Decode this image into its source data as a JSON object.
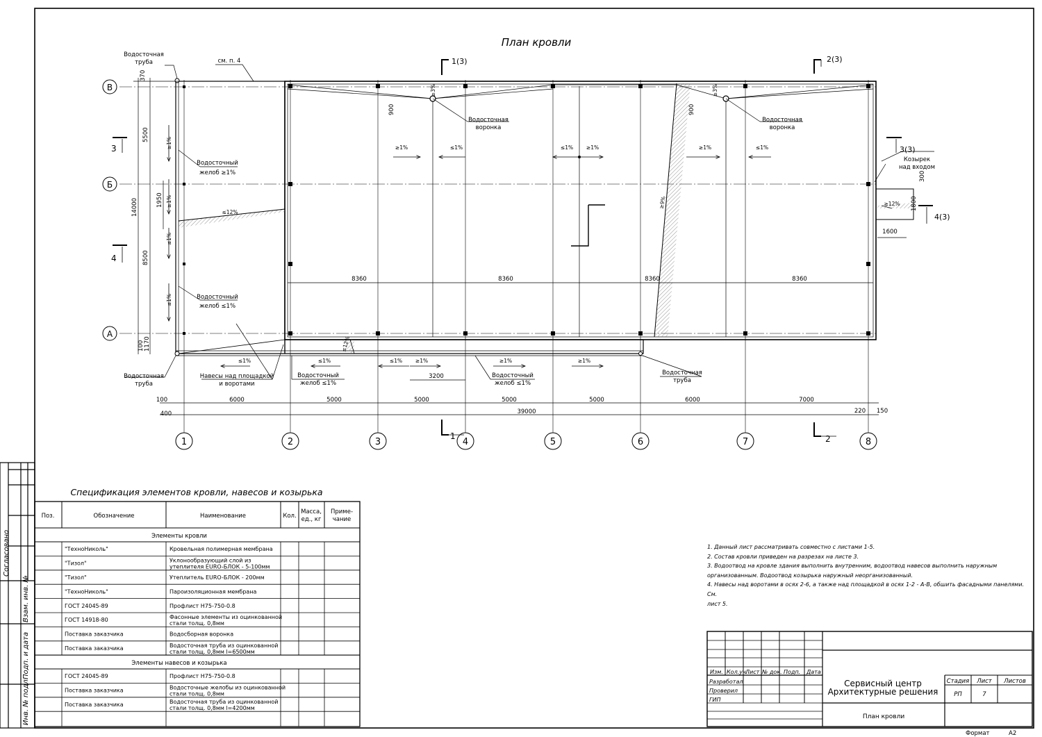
{
  "title": "План кровли",
  "axes": {
    "rows": [
      "В",
      "Б",
      "А"
    ],
    "cols": [
      "1",
      "2",
      "3",
      "4",
      "5",
      "6",
      "7",
      "8"
    ]
  },
  "sections": {
    "s1": "1",
    "s1_ref": "1(3)",
    "s2": "2",
    "s2_ref": "2(3)",
    "s3": "3",
    "s3_ref": "3(3)",
    "s4": "4",
    "s4_ref": "4(3)"
  },
  "plan_labels": {
    "see_p4": "см. п. 4",
    "downpipe_1": "Водосточная",
    "downpipe_2": "труба",
    "funnel_1": "Водосточная",
    "funnel_2": "воронка",
    "gutter_1": "Водосточный",
    "gutter_ge": "желоб ≥1%",
    "gutter_le": "желоб ≤1%",
    "canopy_1": "Навесы над площадкой",
    "canopy_2": "и воротами",
    "visor_1": "Козырек",
    "visor_2": "над входом"
  },
  "slopes": {
    "ge1": "≥1%",
    "le1": "≤1%",
    "s3": "≥3%",
    "le12": "≤12%",
    "ge12": "≥12%",
    "ge9": "≥9%"
  },
  "dims": {
    "d370": "370",
    "d5500": "5500",
    "d14000": "14000",
    "d1950": "1950",
    "d8500": "8500",
    "d100": "100",
    "d1170": "1170",
    "d900": "900",
    "d8360": "8360",
    "d3200": "3200",
    "d300": "300",
    "d1800": "1800",
    "d1600": "1600",
    "b100": "100",
    "b6000": "6000",
    "b5000": "5000",
    "b7000": "7000",
    "b400": "400",
    "b39000": "39000",
    "b220": "220",
    "b150": "150"
  },
  "spec": {
    "title": "Спецификация элементов кровли, навесов и козырька",
    "headers": {
      "pos": "Поз.",
      "designation": "Обозначение",
      "name": "Наименование",
      "qty": "Кол.",
      "mass_1": "Масса,",
      "mass_2": "ед., кг",
      "note_1": "Приме-",
      "note_2": "чание"
    },
    "group1": "Элементы кровли",
    "rows1": [
      {
        "d": "\"ТехноНиколь\"",
        "n1": "Кровельная полимерная мембрана",
        "n2": ""
      },
      {
        "d": "\"Тизол\"",
        "n1": "Уклонообразующий слой из",
        "n2": "утеплителя EURO-БЛОК - 5-100мм"
      },
      {
        "d": "\"Тизол\"",
        "n1": "Утеплитель EURO-БЛОК - 200мм",
        "n2": ""
      },
      {
        "d": "\"ТехноНиколь\"",
        "n1": "Пароизоляционная мембрана",
        "n2": ""
      },
      {
        "d": "ГОСТ 24045-89",
        "n1": "Профлист Н75-750-0.8",
        "n2": ""
      },
      {
        "d": "ГОСТ 14918-80",
        "n1": "Фасонные элементы из оцинкованной",
        "n2": "стали толщ. 0,8мм"
      },
      {
        "d": "Поставка заказчика",
        "n1": "Водосборная воронка",
        "n2": ""
      },
      {
        "d": "Поставка заказчика",
        "n1": "Водосточная труба из оцинкованной",
        "n2": "стали толщ. 0,8мм l=6500мм"
      }
    ],
    "group2": "Элементы навесов и козырька",
    "rows2": [
      {
        "d": "ГОСТ 24045-89",
        "n1": "Профлист Н75-750-0.8",
        "n2": ""
      },
      {
        "d": "Поставка заказчика",
        "n1": "Водосточные желобы из оцинкованной",
        "n2": "стали толщ. 0,8мм"
      },
      {
        "d": "Поставка заказчика",
        "n1": "Водосточная труба из оцинкованной",
        "n2": "стали толщ. 0,8мм l=4200мм"
      }
    ]
  },
  "notes": [
    "1. Данный лист рассматривать совместно с листами 1-5.",
    "2. Состав кровли приведен на разрезах на листе 3.",
    "3. Водоотвод на кровле здания выполнить внутренним, водоотвод навесов выполнить наружным",
    "организованным. Водоотвод козырька наружный неорганизованный.",
    "4. Навесы над воротами в осях 2-6, а также над площадкой в осях 1-2 - А-В, обшить фасадными панелями. См.",
    "лист 5."
  ],
  "side_stamp": {
    "agreed": "Согласовано",
    "inv_vzam": "Взам. инв. №",
    "sign_date": "Подп. и дата",
    "inv_podl": "Инв. № подл."
  },
  "title_block": {
    "izm": "Изм.",
    "kol": "Кол.уч.",
    "list": "Лист",
    "ndok": "№ док.",
    "podp": "Подп.",
    "data": "Дата",
    "developed": "Разработал",
    "checked": "Проверил",
    "gip": "ГИП",
    "project_1": "Сервисный центр",
    "project_2": "Архитектурные решения",
    "stage_h": "Стадия",
    "sheet_h": "Лист",
    "sheets_h": "Листов",
    "stage": "РП",
    "sheet": "7",
    "sheets": "",
    "sheet_name": "План кровли",
    "format_label": "Формат",
    "format": "А2"
  }
}
